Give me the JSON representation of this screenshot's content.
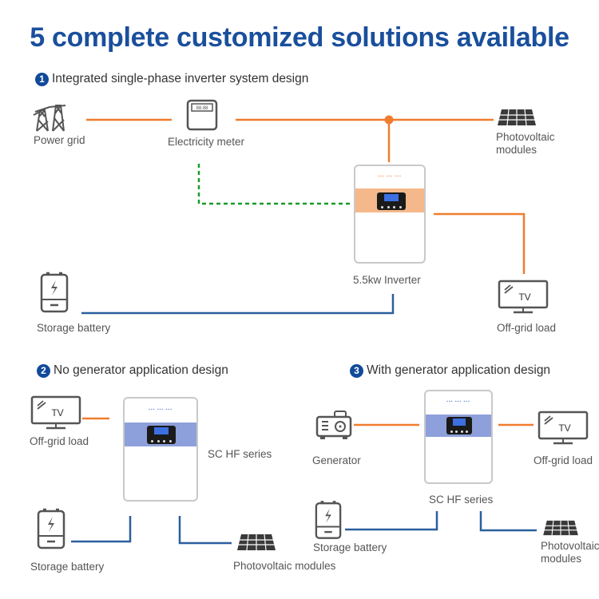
{
  "title": "5 complete customized solutions available",
  "colors": {
    "title": "#1a4f9c",
    "badge": "#124a9a",
    "ac_wire": "#f07c2d",
    "dc_wire": "#2a5f9e",
    "comm_wire": "#1a9a2a",
    "inverter_band_orange": "#f5b88a",
    "inverter_band_blue": "#8ea0db"
  },
  "sections": [
    {
      "number": "1",
      "heading": "Integrated single-phase inverter system design",
      "nodes": {
        "power_grid": "Power grid",
        "electricity_meter": "Electricity meter",
        "pv_modules_line1": "Photovoltaic",
        "pv_modules_line2": "modules",
        "inverter": "5.5kw Inverter",
        "storage_battery": "Storage battery",
        "off_grid_load": "Off-grid load",
        "tv_text": "TV"
      }
    },
    {
      "number": "2",
      "heading": "No generator application design",
      "nodes": {
        "off_grid_load": "Off-grid load",
        "inverter": "SC HF series",
        "storage_battery": "Storage battery",
        "pv_modules": "Photovoltaic modules",
        "tv_text": "TV"
      }
    },
    {
      "number": "3",
      "heading": "With generator application design",
      "nodes": {
        "generator": "Generator",
        "off_grid_load": "Off-grid load",
        "inverter": "SC HF series",
        "storage_battery": "Storage battery",
        "pv_modules_line1": "Photovoltaic",
        "pv_modules_line2": "modules",
        "tv_text": "TV"
      }
    }
  ]
}
